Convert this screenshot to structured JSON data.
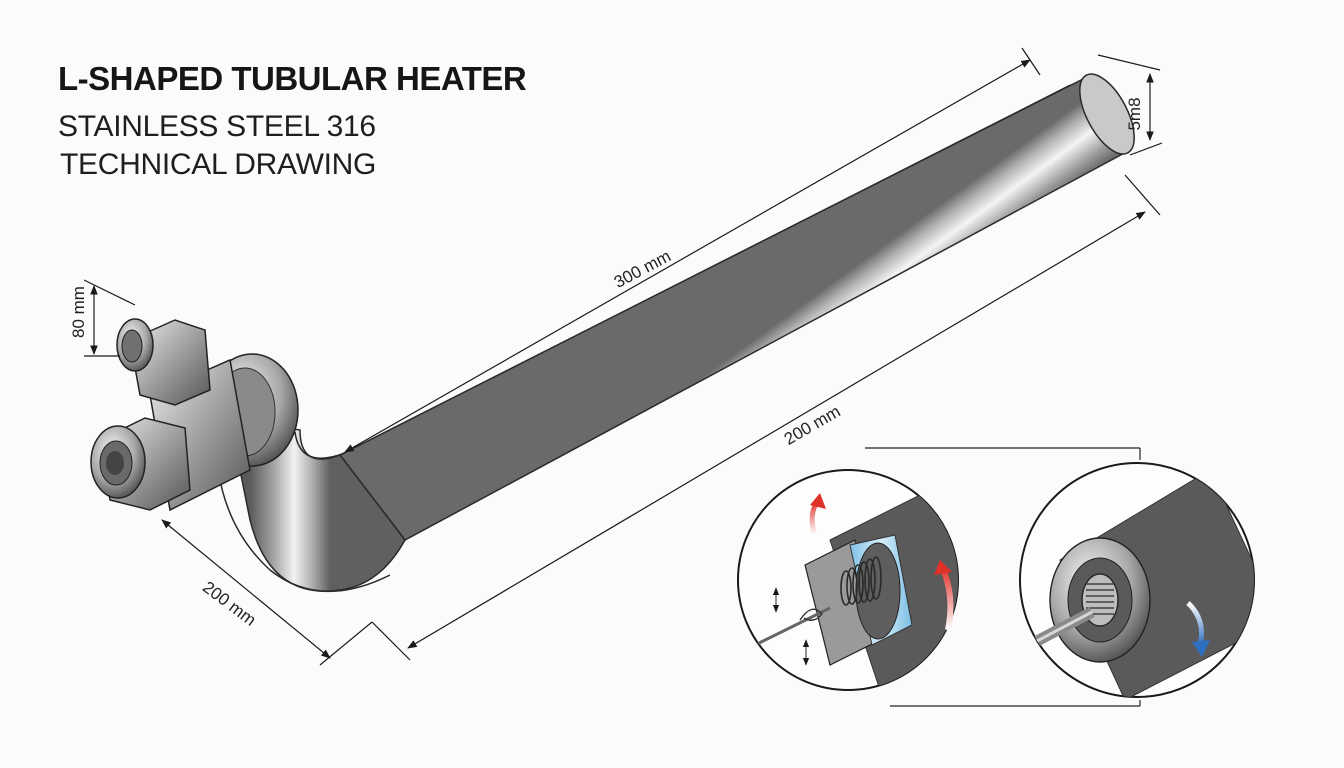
{
  "header": {
    "title": "L-SHAPED TUBULAR HEATER",
    "subtitle_line1": "STAINLESS STEEL 316",
    "subtitle_line2": "TECHNICAL DRAWING"
  },
  "dimensions": {
    "long_arm_top": "300 mm",
    "long_arm_bottom": "200 mm",
    "short_arm": "200 mm",
    "fitting_height": "80 mm",
    "tube_diameter": "5m8"
  },
  "colors": {
    "steel_light": "#f2f2f2",
    "steel_mid": "#a9a9a9",
    "steel_dark": "#4a4a4a",
    "insulation_blue": "#a8d8f0",
    "heat_arrow_red": "#e0302a",
    "flow_arrow_blue": "#2f6fc0",
    "line": "#1a1a1a"
  },
  "icons": {
    "heat_flow": "curved-arrow-up-red",
    "cool_flow": "curved-arrow-down-blue"
  }
}
